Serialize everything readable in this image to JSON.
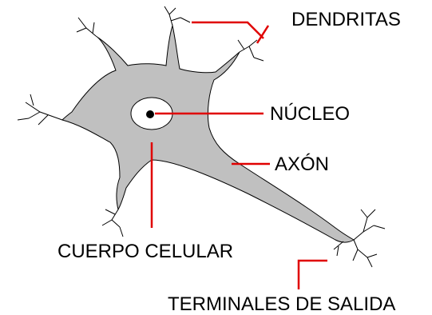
{
  "labels": {
    "dendritas": "DENDRITAS",
    "nucleo": "NÚCLEO",
    "axon": "AXÓN",
    "cuerpo_celular": "CUERPO CELULAR",
    "terminales": "TERMINALES DE SALIDA"
  },
  "icons": [
    "neuron-illustration"
  ],
  "colors": {
    "cell_fill": "#c0c0c0",
    "outline": "#000000",
    "leader_lines": "#e00000",
    "nucleus_fill": "#ffffff",
    "background": "#ffffff"
  }
}
